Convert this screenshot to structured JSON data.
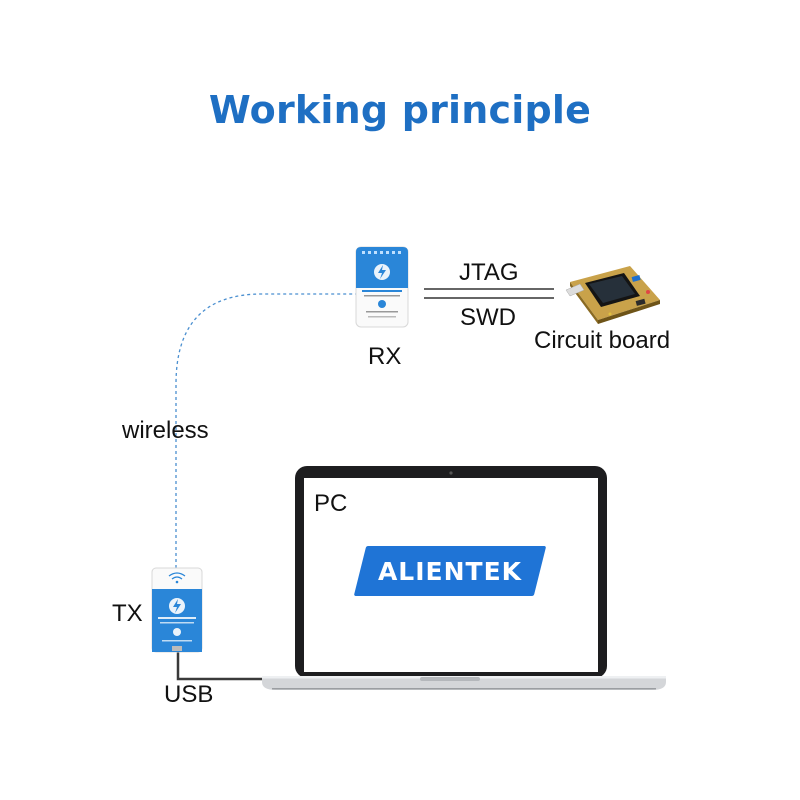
{
  "title": "Working principle",
  "labels": {
    "jtag": "JTAG",
    "swd": "SWD",
    "circuit_board": "Circuit board",
    "rx": "RX",
    "tx": "TX",
    "wireless": "wireless",
    "pc": "PC",
    "usb": "USB"
  },
  "brand": "ALIENTEK",
  "colors": {
    "accent": "#1e6fc3",
    "brand": "#1f74d6",
    "link_dashed": "#4a8fd0"
  }
}
